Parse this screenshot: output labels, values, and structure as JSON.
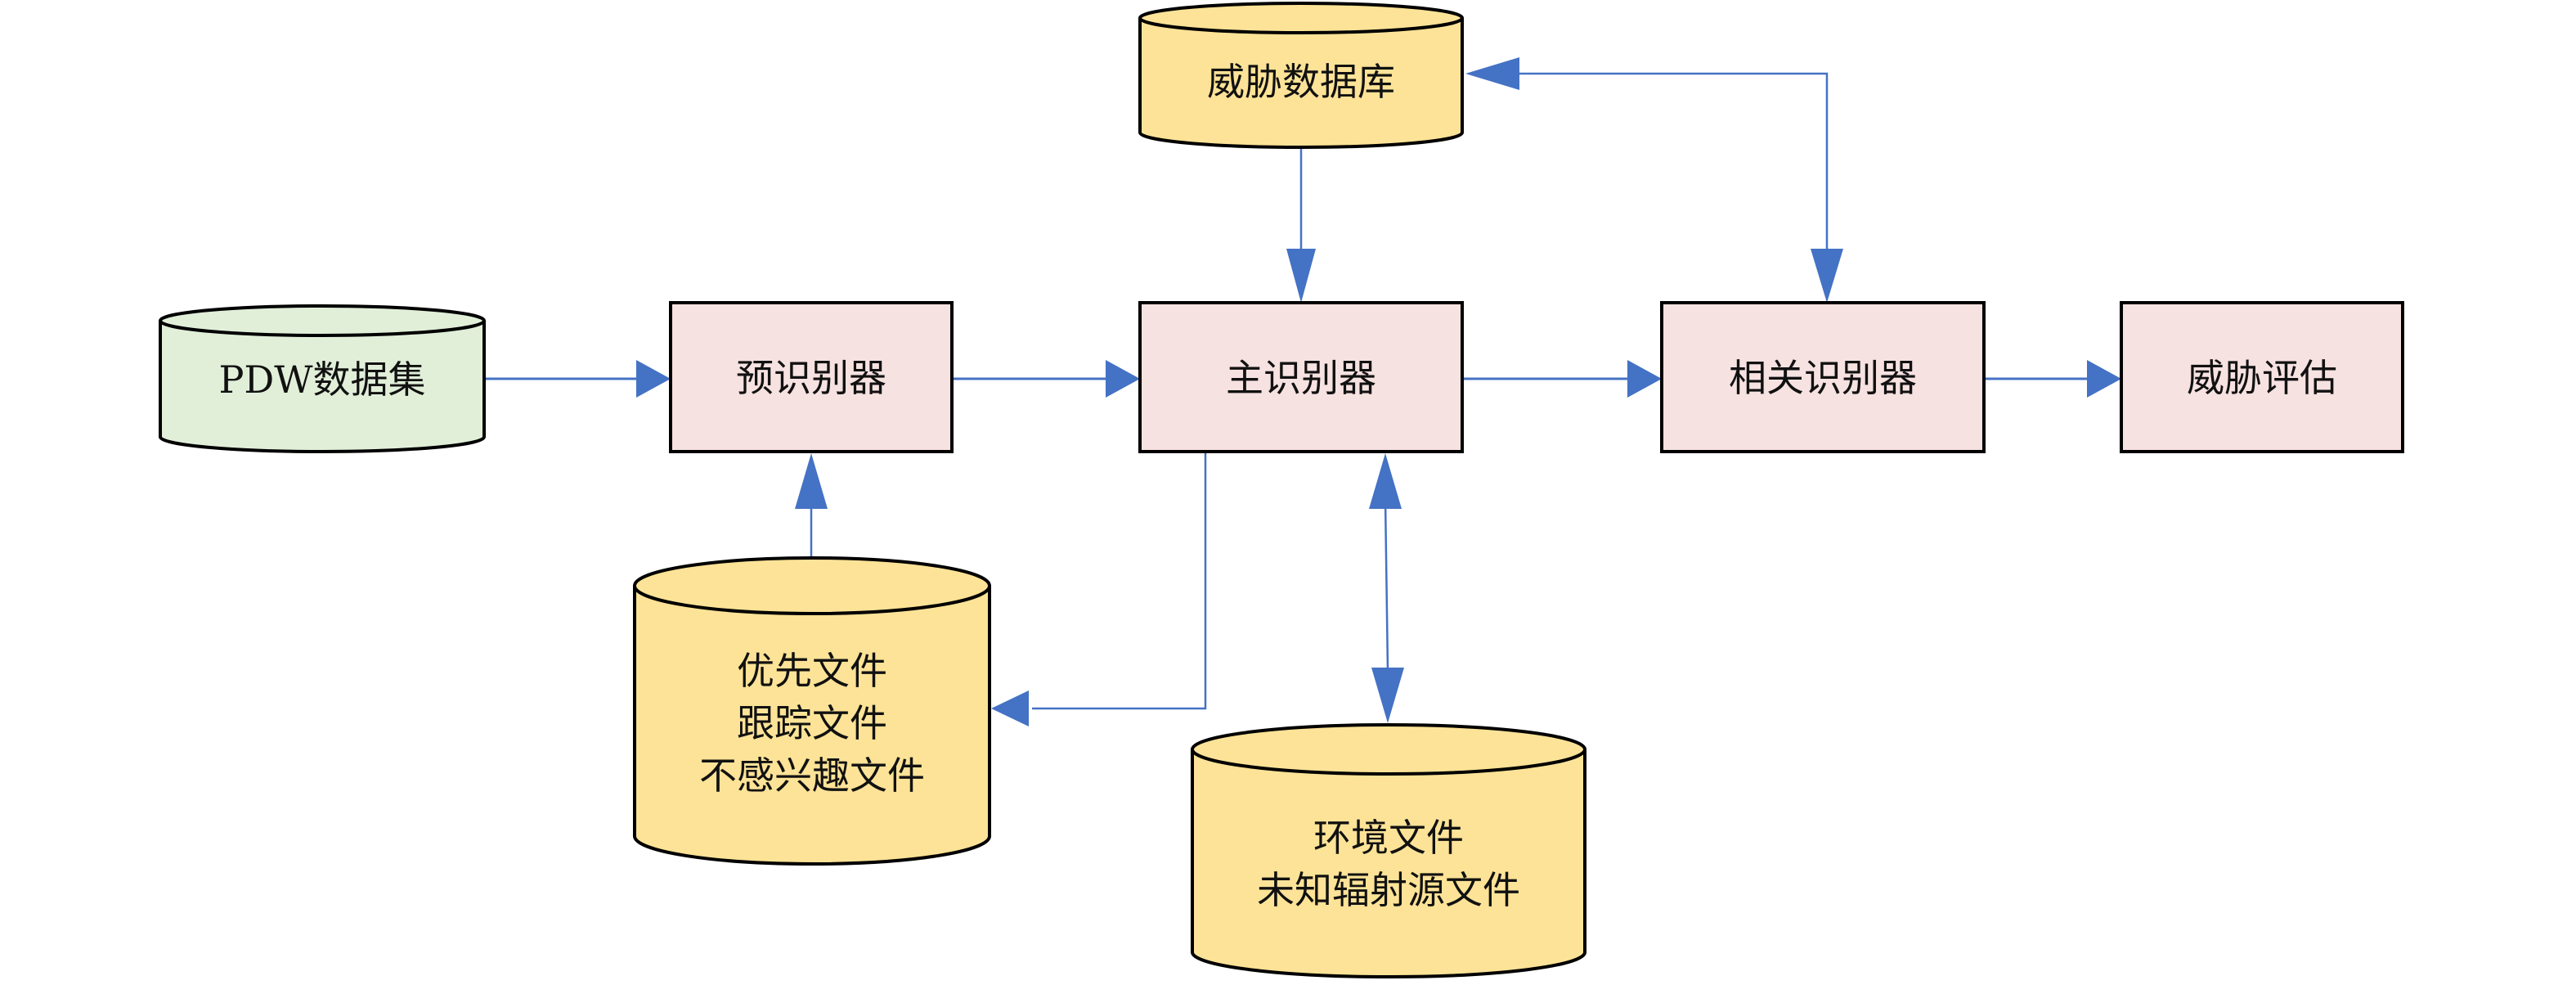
{
  "diagram": {
    "colors": {
      "process_fill": "#f6e2e1",
      "db_fill": "#fde397",
      "dataset_fill": "#e1efd9",
      "stroke": "#000000",
      "arrow": "#4472c4"
    },
    "nodes": {
      "pdw_dataset": {
        "label": "PDW数据集"
      },
      "pre_identifier": {
        "label": "预识别器"
      },
      "main_identifier": {
        "label": "主识别器"
      },
      "related_identifier": {
        "label": "相关识别器"
      },
      "threat_assessment": {
        "label": "威胁评估"
      },
      "threat_database": {
        "label": "威胁数据库"
      },
      "file_store": {
        "lines": [
          "优先文件",
          "跟踪文件",
          "不感兴趣文件"
        ]
      },
      "environment_store": {
        "lines": [
          "环境文件",
          "未知辐射源文件"
        ]
      }
    },
    "edges": [
      {
        "from": "PDW数据集",
        "to": "预识别器"
      },
      {
        "from": "预识别器",
        "to": "主识别器"
      },
      {
        "from": "主识别器",
        "to": "相关识别器"
      },
      {
        "from": "相关识别器",
        "to": "威胁评估"
      },
      {
        "from": "威胁数据库",
        "to": "主识别器"
      },
      {
        "from": "相关识别器",
        "to": "威胁数据库",
        "bidirectional": true
      },
      {
        "from": "优先文件/跟踪文件/不感兴趣文件",
        "to": "预识别器"
      },
      {
        "from": "主识别器",
        "to": "优先文件/跟踪文件/不感兴趣文件"
      },
      {
        "from": "主识别器",
        "to": "环境文件/未知辐射源文件",
        "bidirectional": true
      }
    ]
  }
}
